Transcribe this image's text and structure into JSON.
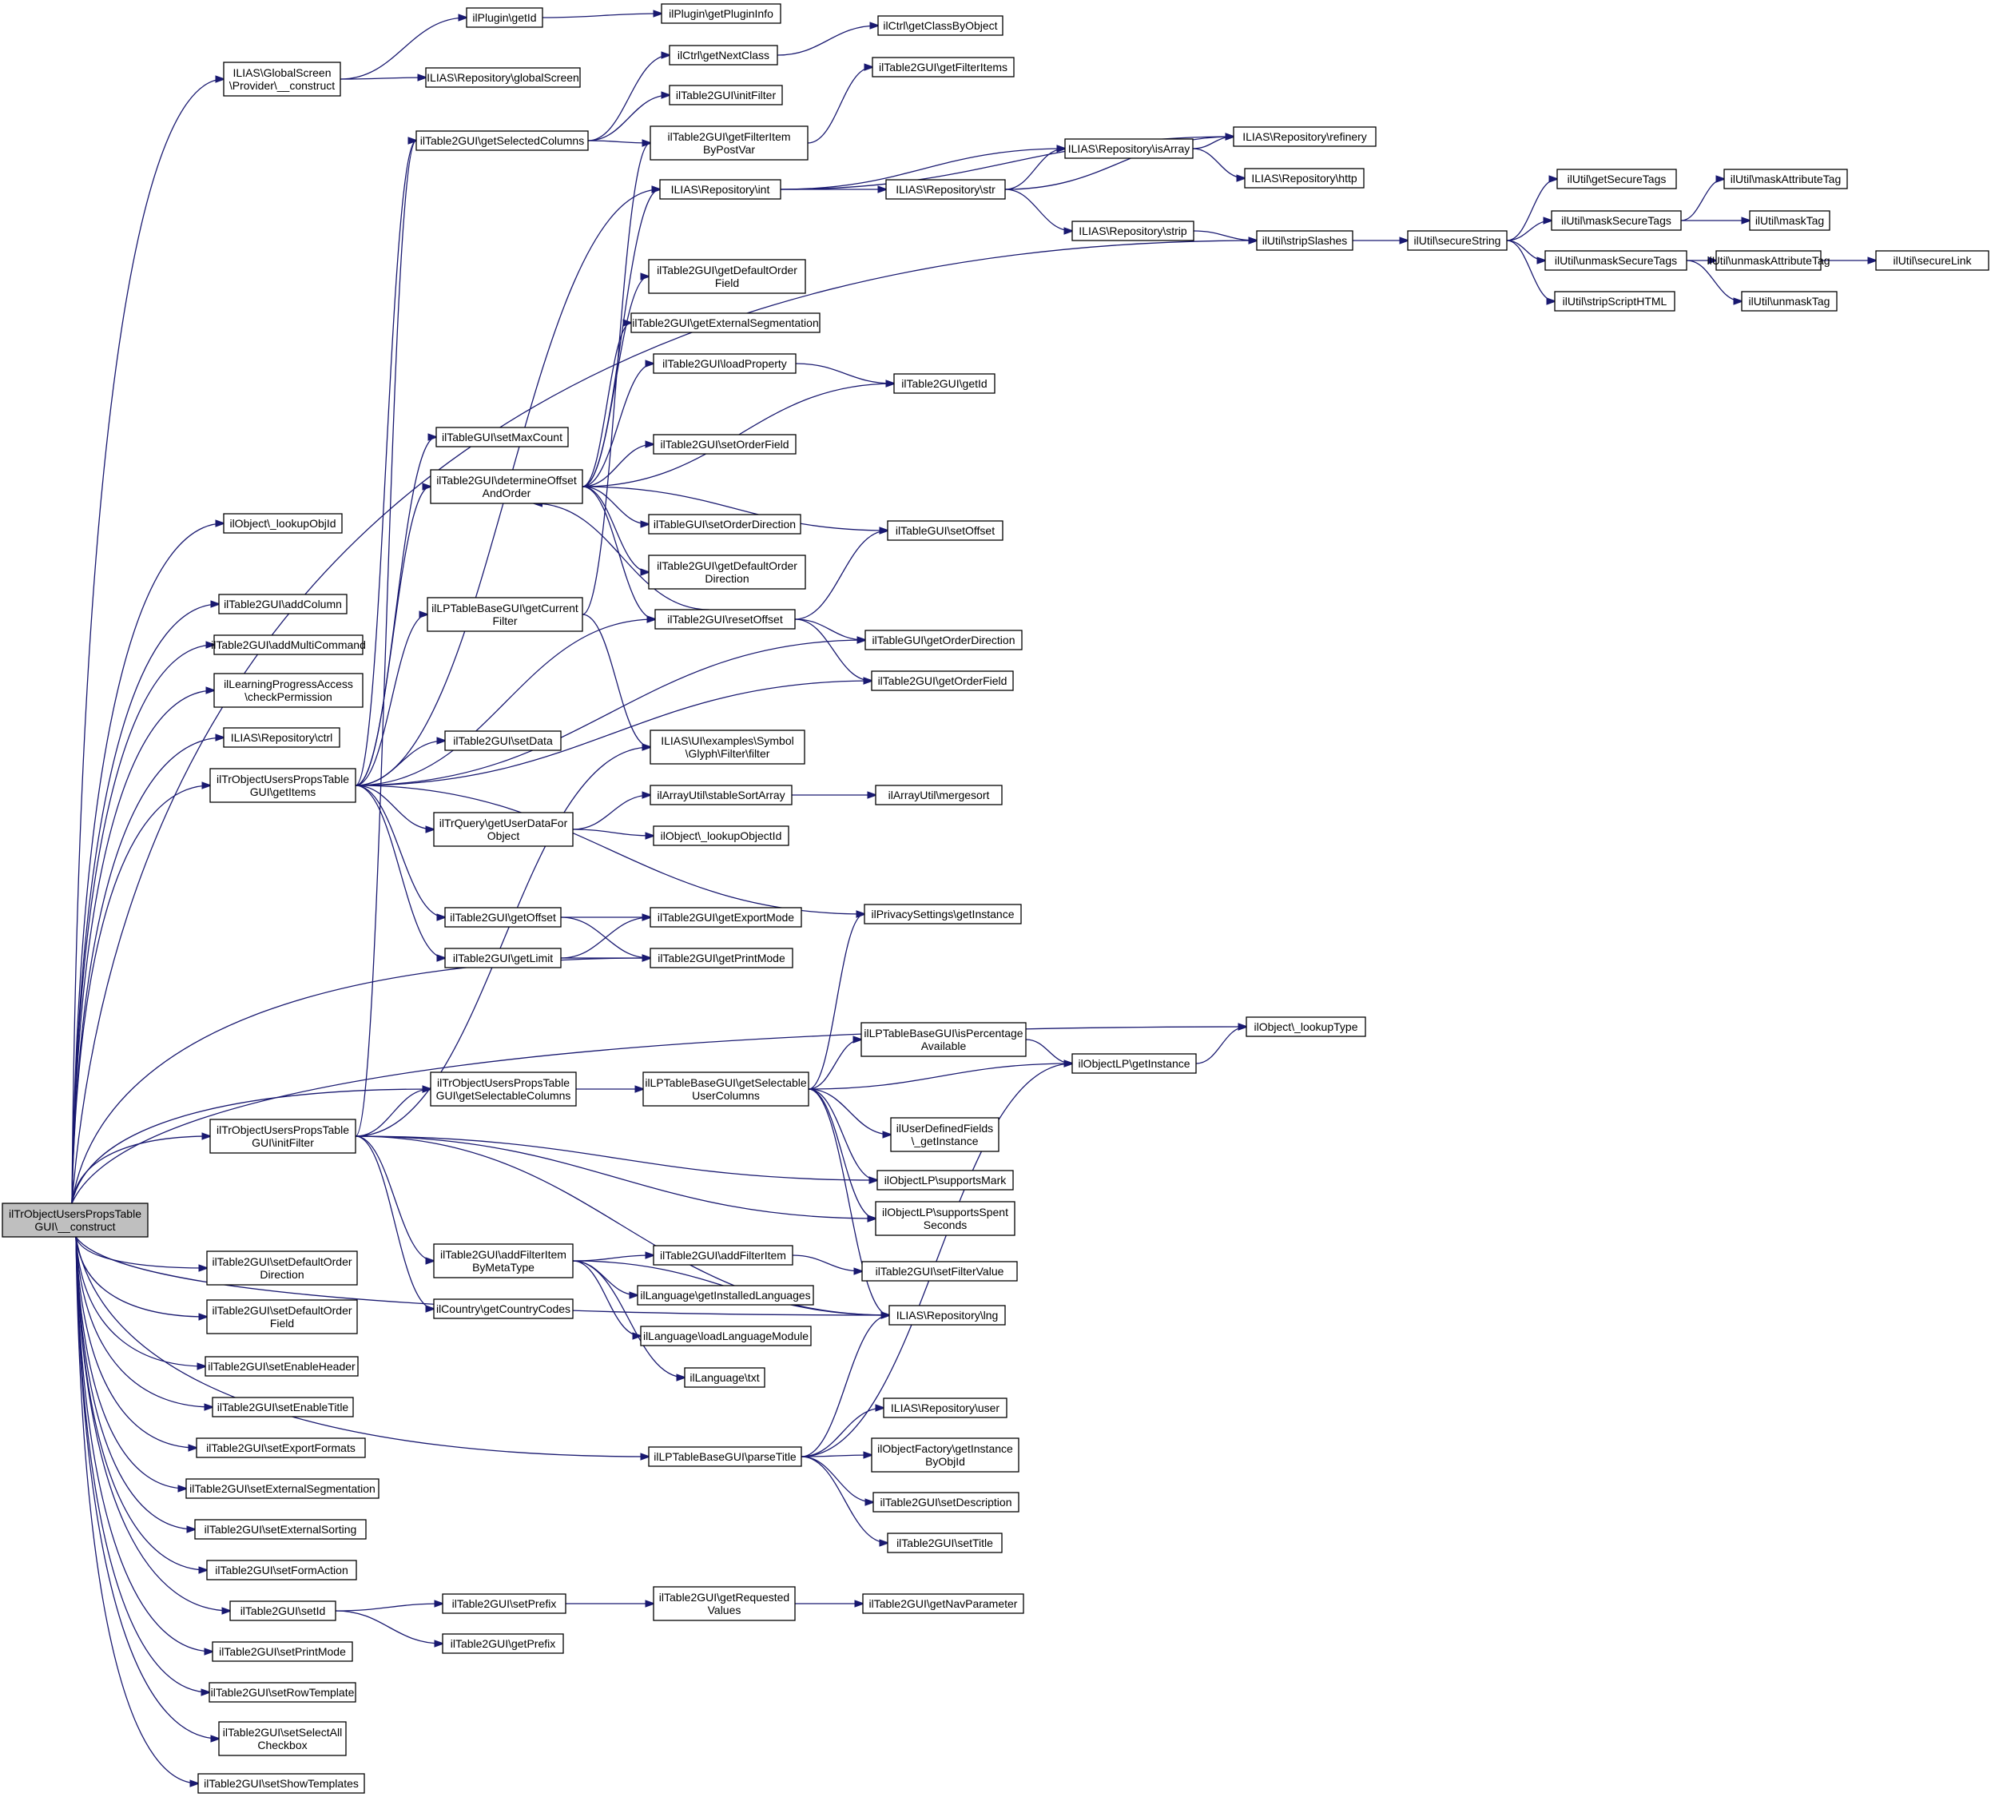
{
  "nodes": [
    {
      "id": "root",
      "lines": [
        "ilTrObjectUsersPropsTable",
        "GUI\\__construct"
      ],
      "root": true
    },
    {
      "id": "gs_construct",
      "lines": [
        "ILIAS\\GlobalScreen",
        "\\Provider\\__construct"
      ]
    },
    {
      "id": "plugin_getid",
      "lines": [
        "ilPlugin\\getId"
      ]
    },
    {
      "id": "plugin_getinfo",
      "lines": [
        "ilPlugin\\getPluginInfo"
      ]
    },
    {
      "id": "repo_globalscreen",
      "lines": [
        "ILIAS\\Repository\\globalScreen"
      ]
    },
    {
      "id": "ctrl_getnextclass",
      "lines": [
        "ilCtrl\\getNextClass"
      ]
    },
    {
      "id": "ctrl_getclassbyobject",
      "lines": [
        "ilCtrl\\getClassByObject"
      ]
    },
    {
      "id": "t2_getfilteritems",
      "lines": [
        "ilTable2GUI\\getFilterItems"
      ]
    },
    {
      "id": "t2_initfilter",
      "lines": [
        "ilTable2GUI\\initFilter"
      ]
    },
    {
      "id": "t2_getselectedcolumns",
      "lines": [
        "ilTable2GUI\\getSelectedColumns"
      ]
    },
    {
      "id": "t2_getfilteritembypostvar",
      "lines": [
        "ilTable2GUI\\getFilterItem",
        "ByPostVar"
      ]
    },
    {
      "id": "repo_refinery",
      "lines": [
        "ILIAS\\Repository\\refinery"
      ]
    },
    {
      "id": "repo_isarray",
      "lines": [
        "ILIAS\\Repository\\isArray"
      ]
    },
    {
      "id": "repo_http",
      "lines": [
        "ILIAS\\Repository\\http"
      ]
    },
    {
      "id": "repo_int",
      "lines": [
        "ILIAS\\Repository\\int"
      ]
    },
    {
      "id": "repo_str",
      "lines": [
        "ILIAS\\Repository\\str"
      ]
    },
    {
      "id": "util_getsecuretags",
      "lines": [
        "ilUtil\\getSecureTags"
      ]
    },
    {
      "id": "util_maskattributetag",
      "lines": [
        "ilUtil\\maskAttributeTag"
      ]
    },
    {
      "id": "util_masksecuretags",
      "lines": [
        "ilUtil\\maskSecureTags"
      ]
    },
    {
      "id": "util_masktag",
      "lines": [
        "ilUtil\\maskTag"
      ]
    },
    {
      "id": "repo_strip",
      "lines": [
        "ILIAS\\Repository\\strip"
      ]
    },
    {
      "id": "util_stripslashes",
      "lines": [
        "ilUtil\\stripSlashes"
      ]
    },
    {
      "id": "util_securestring",
      "lines": [
        "ilUtil\\secureString"
      ]
    },
    {
      "id": "util_unmasksecuretags",
      "lines": [
        "ilUtil\\unmaskSecureTags"
      ]
    },
    {
      "id": "util_unmaskattributetag",
      "lines": [
        "ilUtil\\unmaskAttributeTag"
      ]
    },
    {
      "id": "util_securelink",
      "lines": [
        "ilUtil\\secureLink"
      ]
    },
    {
      "id": "util_stripscripthtml",
      "lines": [
        "ilUtil\\stripScriptHTML"
      ]
    },
    {
      "id": "util_unmasktag",
      "lines": [
        "ilUtil\\unmaskTag"
      ]
    },
    {
      "id": "t2_getdefaultorderfield",
      "lines": [
        "ilTable2GUI\\getDefaultOrder",
        "Field"
      ]
    },
    {
      "id": "t2_getexternalsegmentation",
      "lines": [
        "ilTable2GUI\\getExternalSegmentation"
      ]
    },
    {
      "id": "t2_loadproperty",
      "lines": [
        "ilTable2GUI\\loadProperty"
      ]
    },
    {
      "id": "t2_getid",
      "lines": [
        "ilTable2GUI\\getId"
      ]
    },
    {
      "id": "tg_setmaxcount",
      "lines": [
        "ilTableGUI\\setMaxCount"
      ]
    },
    {
      "id": "t2_setorderfield",
      "lines": [
        "ilTable2GUI\\setOrderField"
      ]
    },
    {
      "id": "t2_determineoffsetandorder",
      "lines": [
        "ilTable2GUI\\determineOffset",
        "AndOrder"
      ]
    },
    {
      "id": "object_lookupobjid",
      "lines": [
        "ilObject\\_lookupObjId"
      ]
    },
    {
      "id": "tg_setorderdirection",
      "lines": [
        "ilTableGUI\\setOrderDirection"
      ]
    },
    {
      "id": "tg_setoffset",
      "lines": [
        "ilTableGUI\\setOffset"
      ]
    },
    {
      "id": "t2_getdefaultorderdirection",
      "lines": [
        "ilTable2GUI\\getDefaultOrder",
        "Direction"
      ]
    },
    {
      "id": "t2_addcolumn",
      "lines": [
        "ilTable2GUI\\addColumn"
      ]
    },
    {
      "id": "lpt_getcurrentfilter",
      "lines": [
        "ilLPTableBaseGUI\\getCurrent",
        "Filter"
      ]
    },
    {
      "id": "t2_resetoffset",
      "lines": [
        "ilTable2GUI\\resetOffset"
      ]
    },
    {
      "id": "t2_addmulticommand",
      "lines": [
        "ilTable2GUI\\addMultiCommand"
      ]
    },
    {
      "id": "tg_getorderdirection",
      "lines": [
        "ilTableGUI\\getOrderDirection"
      ]
    },
    {
      "id": "lpaccess_checkpermission",
      "lines": [
        "ilLearningProgressAccess",
        "\\checkPermission"
      ]
    },
    {
      "id": "t2_getorderfield",
      "lines": [
        "ilTable2GUI\\getOrderField"
      ]
    },
    {
      "id": "repo_ctrl",
      "lines": [
        "ILIAS\\Repository\\ctrl"
      ]
    },
    {
      "id": "t2_setdata",
      "lines": [
        "ilTable2GUI\\setData"
      ]
    },
    {
      "id": "ui_filter",
      "lines": [
        "ILIAS\\UI\\examples\\Symbol",
        "\\Glyph\\Filter\\filter"
      ]
    },
    {
      "id": "trobj_getitems",
      "lines": [
        "ilTrObjectUsersPropsTable",
        "GUI\\getItems"
      ]
    },
    {
      "id": "arrayutil_stablesortarray",
      "lines": [
        "ilArrayUtil\\stableSortArray"
      ]
    },
    {
      "id": "arrayutil_mergesort",
      "lines": [
        "ilArrayUtil\\mergesort"
      ]
    },
    {
      "id": "trquery_getuserdataforobject",
      "lines": [
        "ilTrQuery\\getUserDataFor",
        "Object"
      ]
    },
    {
      "id": "object_lookupobjectid",
      "lines": [
        "ilObject\\_lookupObjectId"
      ]
    },
    {
      "id": "privacy_getinstance",
      "lines": [
        "ilPrivacySettings\\getInstance"
      ]
    },
    {
      "id": "t2_getoffset",
      "lines": [
        "ilTable2GUI\\getOffset"
      ]
    },
    {
      "id": "t2_getexportmode",
      "lines": [
        "ilTable2GUI\\getExportMode"
      ]
    },
    {
      "id": "t2_getlimit",
      "lines": [
        "ilTable2GUI\\getLimit"
      ]
    },
    {
      "id": "t2_getprintmode",
      "lines": [
        "ilTable2GUI\\getPrintMode"
      ]
    },
    {
      "id": "object_lookuptype",
      "lines": [
        "ilObject\\_lookupType"
      ]
    },
    {
      "id": "lpt_ispercentageavailable",
      "lines": [
        "ilLPTableBaseGUI\\isPercentage",
        "Available"
      ]
    },
    {
      "id": "objectlp_getinstance",
      "lines": [
        "ilObjectLP\\getInstance"
      ]
    },
    {
      "id": "trobj_getselectablecolumns",
      "lines": [
        "ilTrObjectUsersPropsTable",
        "GUI\\getSelectableColumns"
      ]
    },
    {
      "id": "lpt_getselectableusercolumns",
      "lines": [
        "ilLPTableBaseGUI\\getSelectable",
        "UserColumns"
      ]
    },
    {
      "id": "trobj_initfilter",
      "lines": [
        "ilTrObjectUsersPropsTable",
        "GUI\\initFilter"
      ]
    },
    {
      "id": "udf_getinstance",
      "lines": [
        "ilUserDefinedFields",
        "\\_getInstance"
      ]
    },
    {
      "id": "objectlp_supportsmark",
      "lines": [
        "ilObjectLP\\supportsMark"
      ]
    },
    {
      "id": "objectlp_supportsspentseconds",
      "lines": [
        "ilObjectLP\\supportsSpent",
        "Seconds"
      ]
    },
    {
      "id": "t2_setdefaultorderdirection",
      "lines": [
        "ilTable2GUI\\setDefaultOrder",
        "Direction"
      ]
    },
    {
      "id": "t2_addfilteritembymetatype",
      "lines": [
        "ilTable2GUI\\addFilterItem",
        "ByMetaType"
      ]
    },
    {
      "id": "t2_addfilteritem",
      "lines": [
        "ilTable2GUI\\addFilterItem"
      ]
    },
    {
      "id": "t2_setfiltervalue",
      "lines": [
        "ilTable2GUI\\setFilterValue"
      ]
    },
    {
      "id": "language_getinstalledlanguages",
      "lines": [
        "ilLanguage\\getInstalledLanguages"
      ]
    },
    {
      "id": "country_getcountrycodes",
      "lines": [
        "ilCountry\\getCountryCodes"
      ]
    },
    {
      "id": "t2_setdefaultorderfield",
      "lines": [
        "ilTable2GUI\\setDefaultOrder",
        "Field"
      ]
    },
    {
      "id": "repo_lng",
      "lines": [
        "ILIAS\\Repository\\lng"
      ]
    },
    {
      "id": "language_loadlanguagemodule",
      "lines": [
        "ilLanguage\\loadLanguageModule"
      ]
    },
    {
      "id": "t2_setenableheader",
      "lines": [
        "ilTable2GUI\\setEnableHeader"
      ]
    },
    {
      "id": "language_txt",
      "lines": [
        "ilLanguage\\txt"
      ]
    },
    {
      "id": "t2_setenabletitle",
      "lines": [
        "ilTable2GUI\\setEnableTitle"
      ]
    },
    {
      "id": "repo_user",
      "lines": [
        "ILIAS\\Repository\\user"
      ]
    },
    {
      "id": "t2_setexportformats",
      "lines": [
        "ilTable2GUI\\setExportFormats"
      ]
    },
    {
      "id": "objectfactory_getinstancebyobjid",
      "lines": [
        "ilObjectFactory\\getInstance",
        "ByObjId"
      ]
    },
    {
      "id": "lpt_parsetitle",
      "lines": [
        "ilLPTableBaseGUI\\parseTitle"
      ]
    },
    {
      "id": "t2_setexternalsegmentation",
      "lines": [
        "ilTable2GUI\\setExternalSegmentation"
      ]
    },
    {
      "id": "t2_setdescription",
      "lines": [
        "ilTable2GUI\\setDescription"
      ]
    },
    {
      "id": "t2_setexternalsorting",
      "lines": [
        "ilTable2GUI\\setExternalSorting"
      ]
    },
    {
      "id": "t2_settitle",
      "lines": [
        "ilTable2GUI\\setTitle"
      ]
    },
    {
      "id": "t2_setformaction",
      "lines": [
        "ilTable2GUI\\setFormAction"
      ]
    },
    {
      "id": "t2_setprefix",
      "lines": [
        "ilTable2GUI\\setPrefix"
      ]
    },
    {
      "id": "t2_getrequestedvalues",
      "lines": [
        "ilTable2GUI\\getRequested",
        "Values"
      ]
    },
    {
      "id": "t2_getnavparameter",
      "lines": [
        "ilTable2GUI\\getNavParameter"
      ]
    },
    {
      "id": "t2_setid",
      "lines": [
        "ilTable2GUI\\setId"
      ]
    },
    {
      "id": "t2_getprefix",
      "lines": [
        "ilTable2GUI\\getPrefix"
      ]
    },
    {
      "id": "t2_setprintmode",
      "lines": [
        "ilTable2GUI\\setPrintMode"
      ]
    },
    {
      "id": "t2_setrowtemplate",
      "lines": [
        "ilTable2GUI\\setRowTemplate"
      ]
    },
    {
      "id": "t2_setselectallcheckbox",
      "lines": [
        "ilTable2GUI\\setSelectAll",
        "Checkbox"
      ]
    },
    {
      "id": "t2_setshowtemplates",
      "lines": [
        "ilTable2GUI\\setShowTemplates"
      ]
    }
  ],
  "edges": [
    [
      "root",
      "gs_construct"
    ],
    [
      "gs_construct",
      "plugin_getid"
    ],
    [
      "plugin_getid",
      "plugin_getinfo"
    ],
    [
      "gs_construct",
      "repo_globalscreen"
    ],
    [
      "root",
      "object_lookupobjid"
    ],
    [
      "root",
      "t2_addcolumn"
    ],
    [
      "root",
      "t2_addmulticommand"
    ],
    [
      "root",
      "lpaccess_checkpermission"
    ],
    [
      "root",
      "repo_ctrl"
    ],
    [
      "root",
      "trobj_getitems"
    ],
    [
      "root",
      "trobj_initfilter"
    ],
    [
      "root",
      "trobj_getselectablecolumns"
    ],
    [
      "root",
      "util_stripslashes"
    ],
    [
      "root",
      "t2_getprintmode"
    ],
    [
      "root",
      "object_lookuptype"
    ],
    [
      "root",
      "repo_lng"
    ],
    [
      "root",
      "lpt_parsetitle"
    ],
    [
      "root",
      "t2_setdefaultorderdirection"
    ],
    [
      "root",
      "t2_setdefaultorderfield"
    ],
    [
      "root",
      "t2_setenableheader"
    ],
    [
      "root",
      "t2_setenabletitle"
    ],
    [
      "root",
      "t2_setexportformats"
    ],
    [
      "root",
      "t2_setexternalsegmentation"
    ],
    [
      "root",
      "t2_setexternalsorting"
    ],
    [
      "root",
      "t2_setformaction"
    ],
    [
      "root",
      "t2_setid"
    ],
    [
      "root",
      "t2_setprintmode"
    ],
    [
      "root",
      "t2_setrowtemplate"
    ],
    [
      "root",
      "t2_setselectallcheckbox"
    ],
    [
      "root",
      "t2_setshowtemplates"
    ],
    [
      "t2_getselectedcolumns",
      "ctrl_getnextclass"
    ],
    [
      "ctrl_getnextclass",
      "ctrl_getclassbyobject"
    ],
    [
      "t2_getselectedcolumns",
      "t2_initfilter"
    ],
    [
      "t2_getselectedcolumns",
      "t2_getfilteritembypostvar"
    ],
    [
      "t2_getfilteritembypostvar",
      "t2_getfilteritems"
    ],
    [
      "repo_int",
      "repo_refinery"
    ],
    [
      "repo_int",
      "repo_isarray"
    ],
    [
      "repo_int",
      "repo_str"
    ],
    [
      "repo_isarray",
      "repo_refinery"
    ],
    [
      "repo_isarray",
      "repo_http"
    ],
    [
      "repo_str",
      "repo_refinery"
    ],
    [
      "repo_str",
      "repo_isarray"
    ],
    [
      "repo_str",
      "repo_strip"
    ],
    [
      "repo_strip",
      "util_stripslashes"
    ],
    [
      "util_stripslashes",
      "util_securestring"
    ],
    [
      "util_securestring",
      "util_getsecuretags"
    ],
    [
      "util_securestring",
      "util_masksecuretags"
    ],
    [
      "util_securestring",
      "util_unmasksecuretags"
    ],
    [
      "util_securestring",
      "util_stripscripthtml"
    ],
    [
      "util_masksecuretags",
      "util_maskattributetag"
    ],
    [
      "util_masksecuretags",
      "util_masktag"
    ],
    [
      "util_unmasksecuretags",
      "util_unmaskattributetag"
    ],
    [
      "util_unmasksecuretags",
      "util_unmasktag"
    ],
    [
      "util_unmaskattributetag",
      "util_securelink"
    ],
    [
      "t2_determineoffsetandorder",
      "repo_int"
    ],
    [
      "t2_determineoffsetandorder",
      "t2_getdefaultorderfield"
    ],
    [
      "t2_determineoffsetandorder",
      "t2_getexternalsegmentation"
    ],
    [
      "t2_determineoffsetandorder",
      "t2_loadproperty"
    ],
    [
      "t2_determineoffsetandorder",
      "t2_getid"
    ],
    [
      "t2_loadproperty",
      "t2_getid"
    ],
    [
      "t2_determineoffsetandorder",
      "t2_setorderfield"
    ],
    [
      "t2_determineoffsetandorder",
      "tg_setorderdirection"
    ],
    [
      "t2_determineoffsetandorder",
      "tg_setoffset"
    ],
    [
      "t2_determineoffsetandorder",
      "t2_getdefaultorderdirection"
    ],
    [
      "t2_determineoffsetandorder",
      "t2_resetoffset"
    ],
    [
      "t2_resetoffset",
      "t2_determineoffsetandorder"
    ],
    [
      "t2_resetoffset",
      "tg_setoffset"
    ],
    [
      "t2_resetoffset",
      "tg_getorderdirection"
    ],
    [
      "t2_resetoffset",
      "t2_getorderfield"
    ],
    [
      "lpt_getcurrentfilter",
      "t2_getfilteritembypostvar"
    ],
    [
      "lpt_getcurrentfilter",
      "ui_filter"
    ],
    [
      "trobj_getitems",
      "t2_getselectedcolumns"
    ],
    [
      "trobj_getitems",
      "repo_int"
    ],
    [
      "trobj_getitems",
      "tg_setmaxcount"
    ],
    [
      "trobj_getitems",
      "t2_determineoffsetandorder"
    ],
    [
      "trobj_getitems",
      "lpt_getcurrentfilter"
    ],
    [
      "trobj_getitems",
      "t2_resetoffset"
    ],
    [
      "trobj_getitems",
      "tg_getorderdirection"
    ],
    [
      "trobj_getitems",
      "t2_getorderfield"
    ],
    [
      "trobj_getitems",
      "t2_setdata"
    ],
    [
      "trobj_getitems",
      "trquery_getuserdataforobject"
    ],
    [
      "trobj_getitems",
      "privacy_getinstance"
    ],
    [
      "trobj_getitems",
      "t2_getoffset"
    ],
    [
      "trobj_getitems",
      "t2_getlimit"
    ],
    [
      "trquery_getuserdataforobject",
      "arrayutil_stablesortarray"
    ],
    [
      "trquery_getuserdataforobject",
      "object_lookupobjectid"
    ],
    [
      "arrayutil_stablesortarray",
      "arrayutil_mergesort"
    ],
    [
      "t2_getoffset",
      "t2_getexportmode"
    ],
    [
      "t2_getoffset",
      "t2_getprintmode"
    ],
    [
      "t2_getlimit",
      "t2_getexportmode"
    ],
    [
      "t2_getlimit",
      "t2_getprintmode"
    ],
    [
      "trobj_initfilter",
      "ui_filter"
    ],
    [
      "trobj_initfilter",
      "trobj_getselectablecolumns"
    ],
    [
      "trobj_initfilter",
      "t2_addfilteritembymetatype"
    ],
    [
      "trobj_initfilter",
      "country_getcountrycodes"
    ],
    [
      "trobj_initfilter",
      "objectlp_supportsmark"
    ],
    [
      "trobj_initfilter",
      "objectlp_supportsspentseconds"
    ],
    [
      "trobj_initfilter",
      "repo_lng"
    ],
    [
      "trobj_initfilter",
      "t2_getselectedcolumns"
    ],
    [
      "trobj_getselectablecolumns",
      "lpt_getselectableusercolumns"
    ],
    [
      "lpt_getselectableusercolumns",
      "privacy_getinstance"
    ],
    [
      "lpt_getselectableusercolumns",
      "lpt_ispercentageavailable"
    ],
    [
      "lpt_getselectableusercolumns",
      "objectlp_getinstance"
    ],
    [
      "lpt_getselectableusercolumns",
      "udf_getinstance"
    ],
    [
      "lpt_getselectableusercolumns",
      "objectlp_supportsmark"
    ],
    [
      "lpt_getselectableusercolumns",
      "objectlp_supportsspentseconds"
    ],
    [
      "lpt_getselectableusercolumns",
      "repo_lng"
    ],
    [
      "lpt_ispercentageavailable",
      "objectlp_getinstance"
    ],
    [
      "objectlp_getinstance",
      "object_lookuptype"
    ],
    [
      "t2_addfilteritembymetatype",
      "t2_addfilteritem"
    ],
    [
      "t2_addfilteritem",
      "t2_setfiltervalue"
    ],
    [
      "t2_addfilteritembymetatype",
      "language_getinstalledlanguages"
    ],
    [
      "t2_addfilteritembymetatype",
      "language_loadlanguagemodule"
    ],
    [
      "t2_addfilteritembymetatype",
      "language_txt"
    ],
    [
      "t2_addfilteritembymetatype",
      "repo_lng"
    ],
    [
      "lpt_parsetitle",
      "repo_lng"
    ],
    [
      "lpt_parsetitle",
      "objectlp_getinstance"
    ],
    [
      "lpt_parsetitle",
      "repo_user"
    ],
    [
      "lpt_parsetitle",
      "objectfactory_getinstancebyobjid"
    ],
    [
      "lpt_parsetitle",
      "t2_setdescription"
    ],
    [
      "lpt_parsetitle",
      "t2_settitle"
    ],
    [
      "t2_setid",
      "t2_setprefix"
    ],
    [
      "t2_setid",
      "t2_getprefix"
    ],
    [
      "t2_setprefix",
      "t2_getrequestedvalues"
    ],
    [
      "t2_getrequestedvalues",
      "t2_getnavparameter"
    ]
  ]
}
